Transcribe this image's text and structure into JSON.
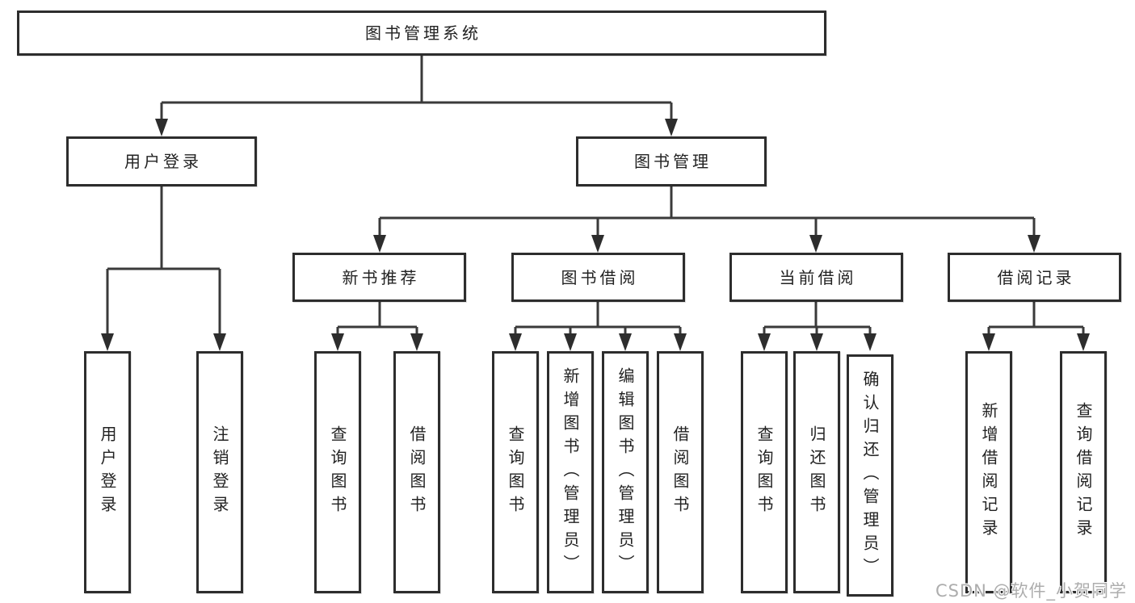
{
  "diagram_title": "图书管理系统",
  "nodes": {
    "root": {
      "label": "图书管理系统"
    },
    "user_login": {
      "label": "用户登录"
    },
    "book_mgmt": {
      "label": "图书管理"
    },
    "login_leaf": {
      "label": "用户登录"
    },
    "logout_leaf": {
      "label": "注销登录"
    },
    "new_book_rec": {
      "label": "新书推荐"
    },
    "book_borrow": {
      "label": "图书借阅"
    },
    "current_borrow": {
      "label": "当前借阅"
    },
    "borrow_records": {
      "label": "借阅记录"
    },
    "rec_query": {
      "label": "查询图书"
    },
    "rec_borrow": {
      "label": "借阅图书"
    },
    "bb_query": {
      "label": "查询图书"
    },
    "bb_add": {
      "label": "新增图书（管理员）"
    },
    "bb_edit": {
      "label": "编辑图书（管理员）"
    },
    "bb_borrow": {
      "label": "借阅图书"
    },
    "cb_query": {
      "label": "查询图书"
    },
    "cb_return": {
      "label": "归还图书"
    },
    "cb_confirm": {
      "label": "确认归还（管理员）"
    },
    "br_add": {
      "label": "新增借阅记录"
    },
    "br_query": {
      "label": "查询借阅记录"
    }
  },
  "edges": [
    [
      "root",
      "user_login"
    ],
    [
      "root",
      "book_mgmt"
    ],
    [
      "user_login",
      "login_leaf"
    ],
    [
      "user_login",
      "logout_leaf"
    ],
    [
      "book_mgmt",
      "new_book_rec"
    ],
    [
      "book_mgmt",
      "book_borrow"
    ],
    [
      "book_mgmt",
      "current_borrow"
    ],
    [
      "book_mgmt",
      "borrow_records"
    ],
    [
      "new_book_rec",
      "rec_query"
    ],
    [
      "new_book_rec",
      "rec_borrow"
    ],
    [
      "book_borrow",
      "bb_query"
    ],
    [
      "book_borrow",
      "bb_add"
    ],
    [
      "book_borrow",
      "bb_edit"
    ],
    [
      "book_borrow",
      "bb_borrow"
    ],
    [
      "current_borrow",
      "cb_query"
    ],
    [
      "current_borrow",
      "cb_return"
    ],
    [
      "current_borrow",
      "cb_confirm"
    ],
    [
      "borrow_records",
      "br_add"
    ],
    [
      "borrow_records",
      "br_query"
    ]
  ],
  "colors": {
    "background": "#ffffff",
    "box_border": "#2d2d2d",
    "connector_line": "#3a3a3a",
    "text": "#222222",
    "watermark_text": "#adadad"
  },
  "watermark": {
    "text": "CSDN @软件_小贺同学"
  }
}
